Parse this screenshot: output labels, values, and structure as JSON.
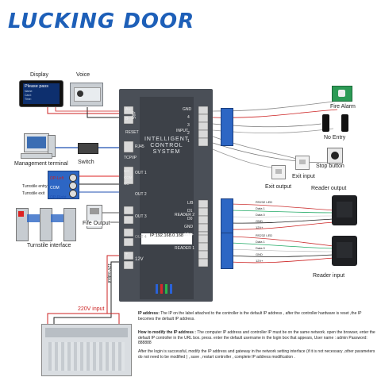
{
  "brand": "LUCKING DOOR",
  "controller": {
    "name": "INTELLIGENT CONTROL SYSTEM",
    "ip": "IP:192.168.0.168",
    "ports_left": [
      "485",
      "A+",
      "B-",
      "RESET",
      "TCP/IP",
      "RJ45",
      "OUT 1",
      "OUT 2",
      "OUT 3",
      "OUT 4",
      "NO",
      "COM",
      "NC",
      "12V",
      "+",
      "-"
    ],
    "ports_right": [
      "GND",
      "4",
      "3",
      "2",
      "1",
      "INPUT",
      "L/B",
      "D1",
      "D0",
      "GND",
      "12V+",
      "READER 2",
      "READER 1"
    ]
  },
  "labels": {
    "display": "Display",
    "voice": "Voice",
    "management_terminal": "Management terminal",
    "switch": "Switch",
    "turnstile_entry": "Turnstile entry",
    "turnstile_exit": "Turnstile exit",
    "op_left": "OP-Left",
    "com": "COM",
    "op_right": "OP-Right",
    "turnstile_interface": "Turnstile interface",
    "fife_output": "Fife Output",
    "power_12v": "12V output",
    "power_220v": "220V input",
    "fire_alarm": "Fire Alarm",
    "no_entry": "No Entry",
    "stop_button": "Stop button",
    "exit_output": "Exit output",
    "exit_input": "Exit input",
    "reader_output": "Reader output",
    "reader_input": "Reader input"
  },
  "reader_wires": [
    "RS232 LED",
    "Data 1",
    "Data 0",
    "GND",
    "12V+"
  ],
  "display_screen": [
    "Please pass",
    "Name:",
    "Card:",
    "Time:"
  ],
  "notes": [
    {
      "title": "IP address:",
      "text": "The IP on the label attached to the controller is the default IP address , after the controller hardware is reset ,the IP becomes the default IP address."
    },
    {
      "title": "How to modify the IP address :",
      "text": "The computer IP address and controller IP must be on the same network. open the browser, enter the default IP controller in the URL box. press. enter the default username in the login box that appears, User name : admin Password: 888888"
    },
    {
      "title": "",
      "text": "After the login is successful, modify the IP address and gateway in the network setting interface (if it is not necessary ,other parameters do not need to be modified ) , save , restart controller , complete IP address modification ."
    }
  ]
}
